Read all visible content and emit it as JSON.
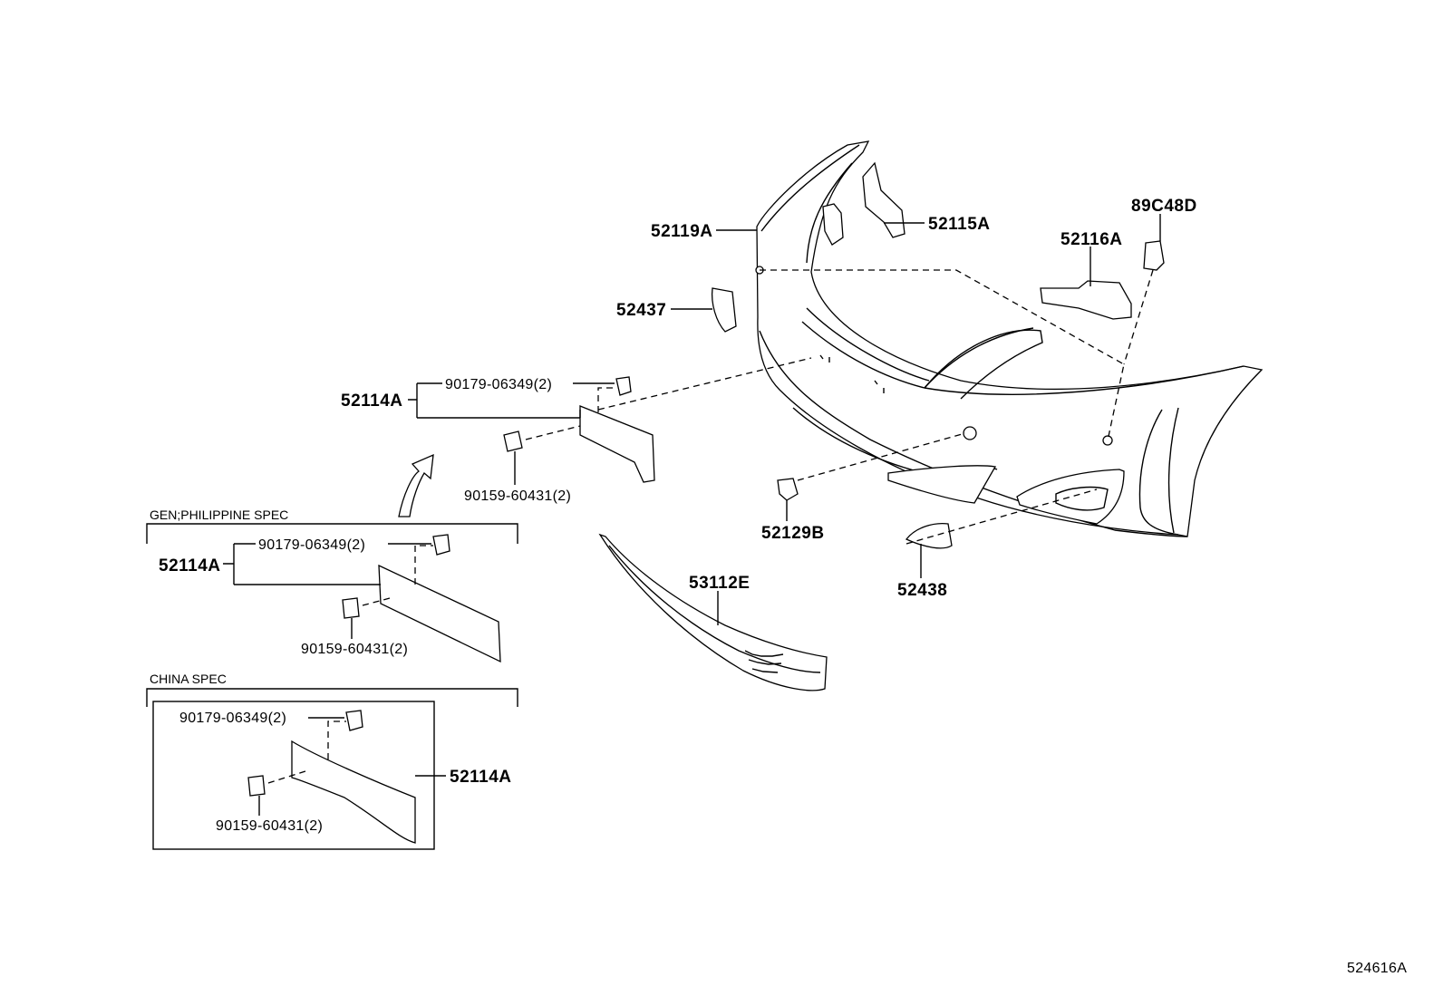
{
  "diagram_id": "524616A",
  "sections": {
    "gen_philippine": "GEN;PHILIPPINE SPEC",
    "china": "CHINA SPEC"
  },
  "parts": {
    "bumper_cover": "52119A",
    "retainer_upper": "52115A",
    "retainer_side": "52116A",
    "clip": "89C48D",
    "washer_cap_l": "52437",
    "washer_cap_r": "52438",
    "hole_cover": "52129B",
    "grille": "53112E"
  },
  "main_plate": {
    "part": "52114A",
    "nut": "90179-06349(2)",
    "bolt": "90159-60431(2)"
  },
  "gen_plate": {
    "part": "52114A",
    "nut": "90179-06349(2)",
    "bolt": "90159-60431(2)"
  },
  "china_plate": {
    "part": "52114A",
    "nut": "90179-06349(2)",
    "bolt": "90159-60431(2)"
  }
}
